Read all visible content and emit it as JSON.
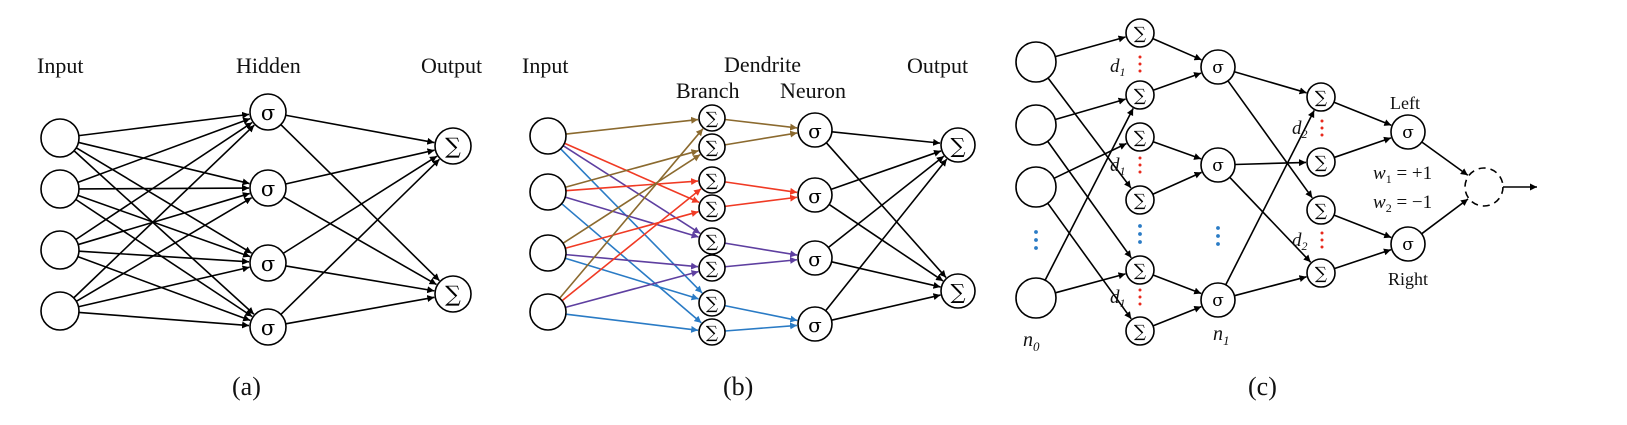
{
  "panels": {
    "a": {
      "caption": "(a)",
      "labels": {
        "input": "Input",
        "hidden": "Hidden",
        "output": "Output"
      },
      "hidden_symbol": "σ",
      "output_symbol": "∑"
    },
    "b": {
      "caption": "(b)",
      "labels": {
        "input": "Input",
        "dendrite": "Dendrite",
        "branch": "Branch",
        "neuron": "Neuron",
        "output": "Output"
      },
      "branch_symbol": "∑",
      "neuron_symbol": "σ",
      "output_symbol": "∑",
      "branch_colors": [
        "#8B6A2F",
        "#F03A24",
        "#5E3FA0",
        "#2A7BC5"
      ]
    },
    "c": {
      "caption": "(c)",
      "n0": "n0",
      "n1": "n1",
      "d1": "d1",
      "d2": "d2",
      "ellipsis": "⋮",
      "left": "Left",
      "right": "Right",
      "w1": "w1 = +1",
      "w2": "w2 = −1",
      "sum_symbol": "∑",
      "sigma_symbol": "σ",
      "ellipsis_color": "#2A7BC5",
      "dots_color": "#E8291C"
    }
  }
}
